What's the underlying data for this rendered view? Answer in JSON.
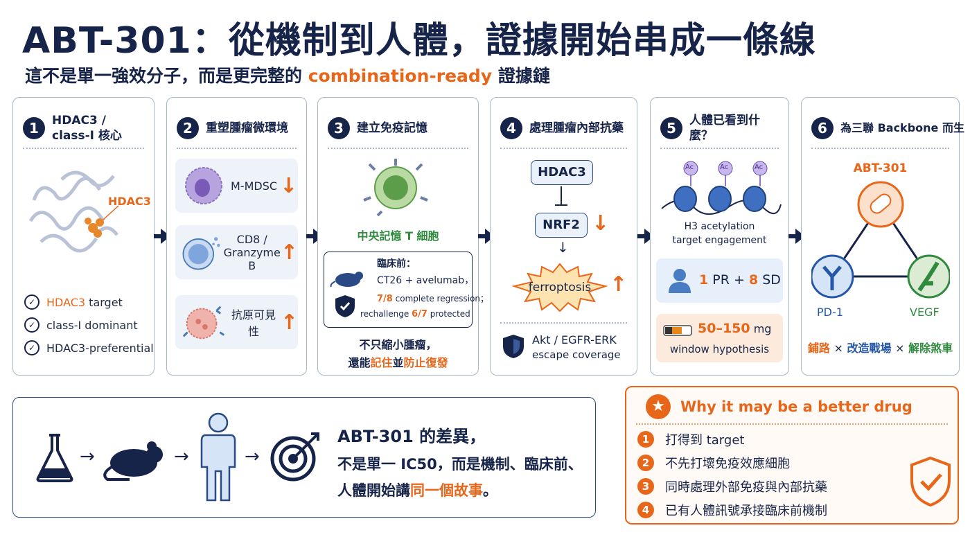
{
  "header": {
    "title": "ABT-301：從機制到人體，證據開始串成一條線",
    "subtitle_prefix": "這不是單一強效分子，而是更完整的 ",
    "subtitle_highlight": "combination-ready",
    "subtitle_suffix": " 證據鏈"
  },
  "cards": [
    {
      "num": "1",
      "title": "HDAC3 / class-I 核心",
      "protein_label": "HDAC3",
      "checks": [
        {
          "hl": "HDAC3",
          "rest": " target"
        },
        {
          "hl": "",
          "rest": "class-I dominant"
        },
        {
          "hl": "",
          "rest": "HDAC3-preferential"
        }
      ]
    },
    {
      "num": "2",
      "title": "重塑腫瘤微環境",
      "items": [
        {
          "label": "M-MDSC",
          "dir": "↓"
        },
        {
          "label": "CD8 / Granzyme B",
          "dir": "↑"
        },
        {
          "label": "抗原可見性",
          "dir": "↑"
        }
      ]
    },
    {
      "num": "3",
      "title": "建立免疫記憶",
      "cell_label": "中央記憶 T 細胞",
      "box_title": "臨床前：",
      "box_line1": "CT26 + avelumab，",
      "box_hl1": "7/8",
      "box_line2": " complete regression；",
      "box_line3": "rechallenge ",
      "box_hl2": "6/7",
      "box_line4": " protected",
      "footer_a": "不只縮小腫瘤，",
      "footer_b1": "還能",
      "footer_b2": "記住",
      "footer_b3": "並",
      "footer_b4": "防止復發"
    },
    {
      "num": "4",
      "title": "處理腫瘤內部抗藥",
      "node1": "HDAC3",
      "node2": "NRF2",
      "node2_dir": "↓",
      "node3": "ferroptosis",
      "node3_dir": "↑",
      "escape_a": "Akt / EGFR-ERK",
      "escape_b": "escape coverage"
    },
    {
      "num": "5",
      "title": "人體已看到什麼？",
      "ac": "Ac",
      "engage_a": "H3 acetylation",
      "engage_b": "target engagement",
      "pr": "1",
      "pr_text": " PR + ",
      "sd": "8",
      "sd_text": " SD",
      "dose": "50–150",
      "dose_unit": " mg",
      "dose_sub": "window hypothesis"
    },
    {
      "num": "6",
      "title": "為三聯 Backbone 而生",
      "drug": "ABT-301",
      "pd1": "PD-1",
      "vegf": "VEGF",
      "tag1": "鋪路",
      "tag2": "改造戰場",
      "tag3": "解除煞車",
      "times": "×"
    }
  ],
  "bottom_left": {
    "arrow": "→",
    "line1": "ABT-301 的差異，",
    "line2": "不是單一 IC50，而是機制、臨床前、",
    "line3a": "人體開始講",
    "line3b": "同一個故事",
    "line3c": "。"
  },
  "bottom_right": {
    "title": "Why it may be a better drug",
    "items": [
      {
        "n": "1",
        "text": "打得到 target"
      },
      {
        "n": "2",
        "text": "不先打壞免疫效應細胞"
      },
      {
        "n": "3",
        "text": "同時處理外部免疫與內部抗藥"
      },
      {
        "n": "4",
        "text": "已有人體訊號承接臨床前機制"
      }
    ]
  },
  "colors": {
    "navy": "#17244a",
    "orange": "#e8661a",
    "blue": "#2457a8",
    "green": "#2f8a3d"
  }
}
